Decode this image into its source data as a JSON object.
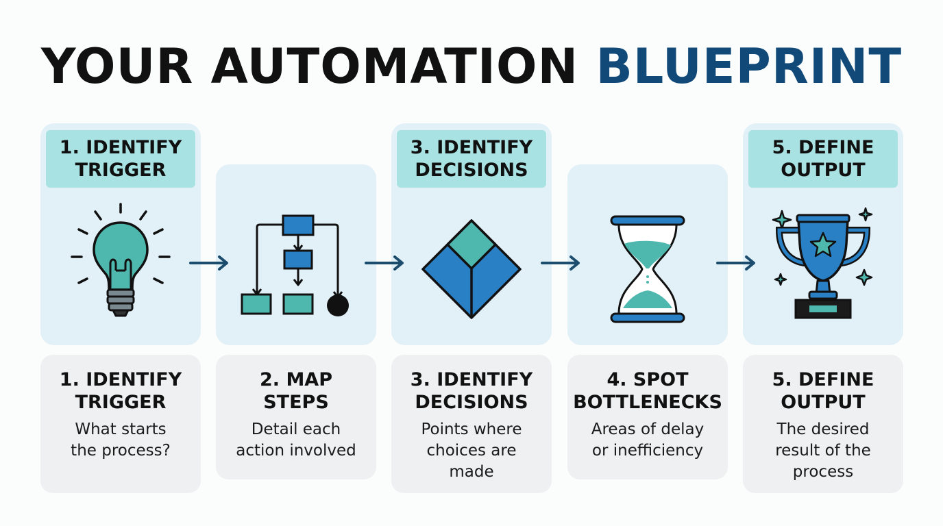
{
  "title": {
    "part1": "YOUR AUTOMATION",
    "part2": "BLUEPRINT"
  },
  "panel_headers": {
    "p1": "1. IDENTIFY\nTRIGGER",
    "p3": "3. IDENTIFY\nDECISIONS",
    "p5": "5. DEFINE\nOUTPUT"
  },
  "steps": [
    {
      "title": "1. IDENTIFY\nTRIGGER",
      "description": "What starts\nthe process?"
    },
    {
      "title": "2. MAP\nSTEPS",
      "description": "Detail each\naction involved"
    },
    {
      "title": "3. IDENTIFY\nDECISIONS",
      "description": "Points where\nchoices are\nmade"
    },
    {
      "title": "4. SPOT\nBOTTLENECKS",
      "description": "Areas of delay\nor inefficiency"
    },
    {
      "title": "5. DEFINE\nOUTPUT",
      "description": "The desired\nresult of the\nprocess"
    }
  ],
  "icons": [
    "lightbulb-icon",
    "flowchart-icon",
    "diamond-icon",
    "hourglass-icon",
    "trophy-icon",
    "arrow-right-icon"
  ],
  "colors": {
    "title_dark": "#111111",
    "title_accent": "#114a78",
    "panel_bg": "#e2f0f8",
    "header_bg": "#a9e2e2",
    "card_bg": "#eef0f1",
    "icon_teal": "#4fb8ae",
    "icon_blue": "#2a80c4",
    "arrow_color": "#1d4d6d"
  }
}
